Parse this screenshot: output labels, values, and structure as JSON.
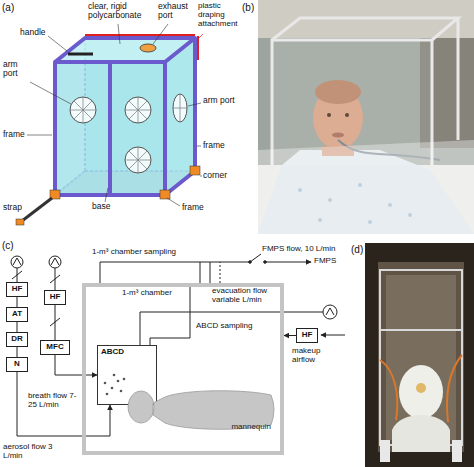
{
  "diagram": {
    "nodes": [
      {
        "text": [
          "HF"
        ]
      },
      {
        "text": [
          "AT"
        ]
      },
      {
        "text": [
          "DR"
        ]
      },
      {
        "text": [
          "N"
        ]
      },
      {
        "text": [
          "HF"
        ]
      },
      {
        "text": [
          "MFC"
        ]
      },
      {
        "text": [
          "1-m³ chamber"
        ]
      },
      {
        "text": [
          "ABCD"
        ],
        "in": 6
      },
      {
        "text": [
          "mannequin"
        ],
        "in": 6
      },
      {
        "text": [
          "HF"
        ]
      }
    ],
    "edges": [
      {
        "from": 0,
        "to": 1,
        "arrow": "none"
      },
      {
        "from": 1,
        "to": 2,
        "arrow": "none"
      },
      {
        "from": 2,
        "to": 3,
        "arrow": "none"
      },
      {
        "from": 3,
        "to": 7,
        "arrow": "to"
      },
      {
        "from": 4,
        "to": 5,
        "arrow": "none"
      },
      {
        "from": 5,
        "to": 7,
        "arrow": "to"
      },
      {
        "from": 9,
        "to": 6,
        "arrow": "to"
      }
    ],
    "labels": [
      "(a)",
      "handle",
      "clear, rigid polycarbonate",
      "exhaust port",
      "plastic draping attachment",
      "arm port",
      "arm port",
      "frame",
      "frame",
      "corner",
      "frame",
      "strap",
      "base",
      "(b)",
      "(c)",
      "1-m³ chamber sampling",
      "FMPS flow, 10 L/min",
      "FMPS",
      "evacuation flow variable L/min",
      "ABCD sampling",
      "makeup airflow",
      "breath flow 7-25 L/min",
      "aerosol flow 3 L/min",
      "(d)"
    ]
  }
}
